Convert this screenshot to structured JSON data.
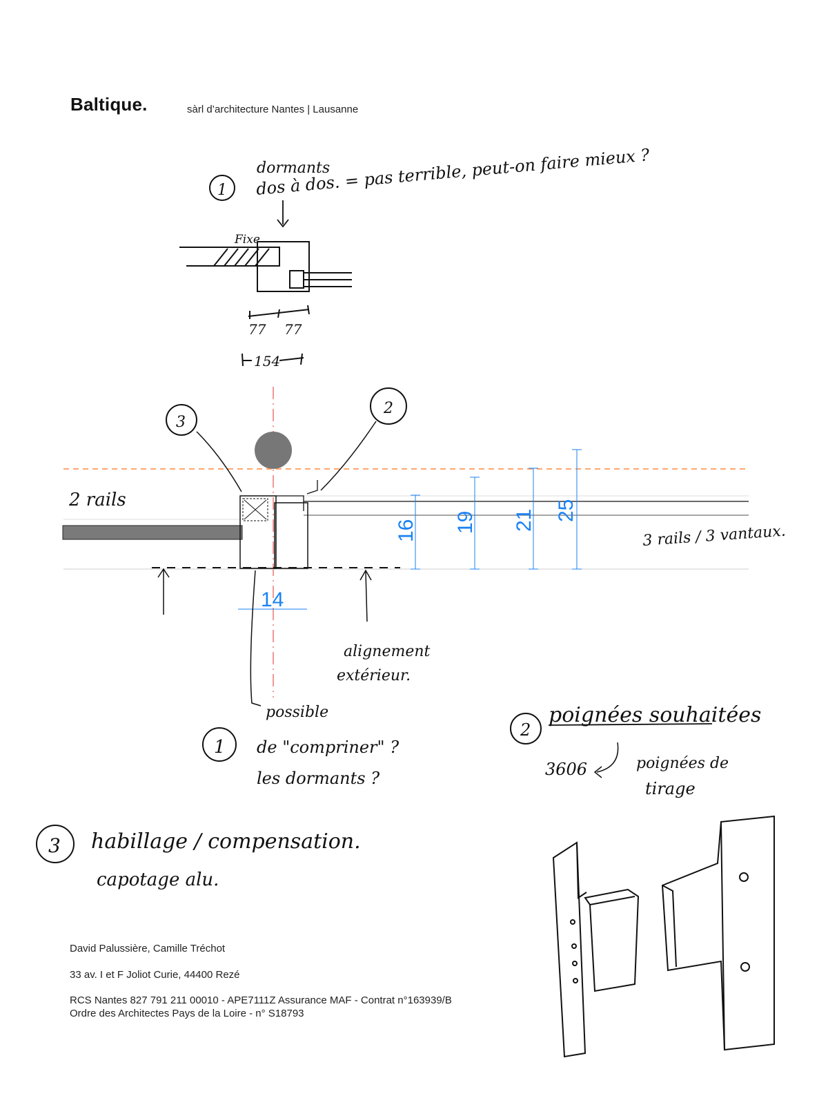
{
  "header": {
    "brand": "Baltique.",
    "tagline": "sàrl d’architecture Nantes | Lausanne"
  },
  "notes": {
    "note1_number": "1",
    "note1_text_a": "dormants",
    "note1_text_b": "dos à dos. = pas terrible, peut-on faire mieux ?",
    "fixe": "Fixe",
    "dim_77a": "77",
    "dim_77b": "77",
    "dim_154": "154",
    "callout3": "3",
    "callout2": "2",
    "two_rails": "2 rails",
    "three_rails": "3 rails / 3 vantaux.",
    "alignement_a": "alignement",
    "alignement_b": "extérieur.",
    "possible_number": "1",
    "possible_a": "possible",
    "possible_b": "de \"compriner\" ?",
    "possible_c": "les dormants ?",
    "poignees_number": "2",
    "poignees_title": "poignées souhaitées",
    "ref_3606": "3606",
    "poignees_tirage_a": "poignées de",
    "poignees_tirage_b": "tirage",
    "habillage_number": "3",
    "habillage_text": "habillage / compensation.",
    "capotage_text": "capotage alu."
  },
  "dimensions": {
    "d16": "16",
    "d19": "19",
    "d21": "21",
    "d25": "25",
    "d14": "14"
  },
  "colors": {
    "dimension": "#1a82f5",
    "axis": "#e03030",
    "alignment": "#ff8a3d",
    "profile": "#7a7a7a"
  },
  "footer": {
    "names": "David Palussière, Camille Tréchot",
    "address": "33 av. I et F Joliot Curie, 44400 Rezé",
    "legal1": "RCS Nantes 827 791 211 00010 - APE7111Z Assurance MAF - Contrat n°163939/B",
    "legal2": "Ordre des Architectes Pays de la Loire - n° S18793"
  }
}
